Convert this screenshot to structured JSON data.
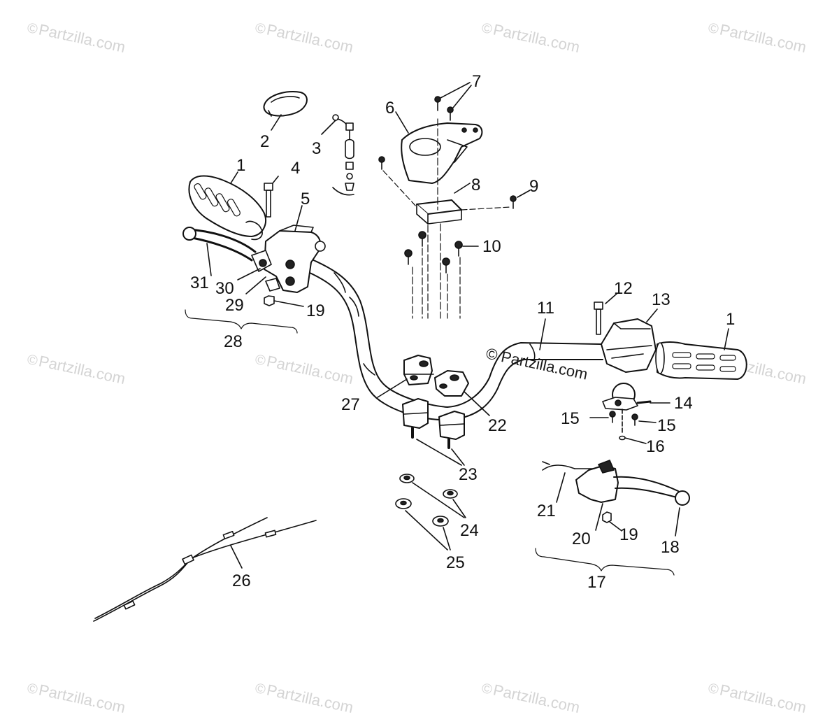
{
  "watermark": {
    "text": "Partzilla.com",
    "symbol": "©"
  },
  "center_watermark": {
    "text": "Partzilla.com",
    "symbol": "©"
  },
  "callouts": [
    {
      "id": "c1a",
      "text": "1"
    },
    {
      "id": "c2",
      "text": "2"
    },
    {
      "id": "c3",
      "text": "3"
    },
    {
      "id": "c4",
      "text": "4"
    },
    {
      "id": "c5",
      "text": "5"
    },
    {
      "id": "c6",
      "text": "6"
    },
    {
      "id": "c7",
      "text": "7"
    },
    {
      "id": "c8",
      "text": "8"
    },
    {
      "id": "c9",
      "text": "9"
    },
    {
      "id": "c10",
      "text": "10"
    },
    {
      "id": "c11",
      "text": "11"
    },
    {
      "id": "c12",
      "text": "12"
    },
    {
      "id": "c13",
      "text": "13"
    },
    {
      "id": "c1b",
      "text": "1"
    },
    {
      "id": "c14",
      "text": "14"
    },
    {
      "id": "c15a",
      "text": "15"
    },
    {
      "id": "c15b",
      "text": "15"
    },
    {
      "id": "c16",
      "text": "16"
    },
    {
      "id": "c17",
      "text": "17"
    },
    {
      "id": "c18",
      "text": "18"
    },
    {
      "id": "c19a",
      "text": "19"
    },
    {
      "id": "c19b",
      "text": "19"
    },
    {
      "id": "c20",
      "text": "20"
    },
    {
      "id": "c21",
      "text": "21"
    },
    {
      "id": "c22",
      "text": "22"
    },
    {
      "id": "c23",
      "text": "23"
    },
    {
      "id": "c24",
      "text": "24"
    },
    {
      "id": "c25",
      "text": "25"
    },
    {
      "id": "c26",
      "text": "26"
    },
    {
      "id": "c27",
      "text": "27"
    },
    {
      "id": "c28",
      "text": "28"
    },
    {
      "id": "c29",
      "text": "29"
    },
    {
      "id": "c30",
      "text": "30"
    },
    {
      "id": "c31",
      "text": "31"
    }
  ]
}
